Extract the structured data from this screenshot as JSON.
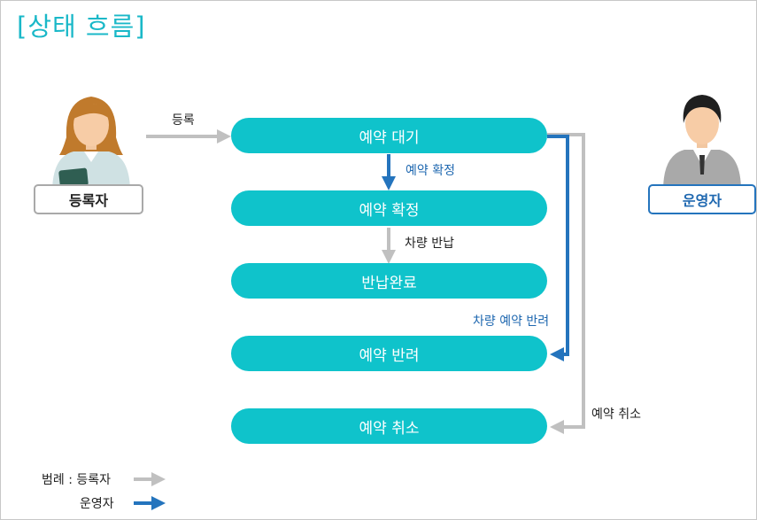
{
  "title": "[상태 흐름]",
  "states": {
    "waiting": "예약 대기",
    "confirmed": "예약 확정",
    "returned": "반납완료",
    "rejected": "예약 반려",
    "cancelled": "예약 취소"
  },
  "actors": {
    "registrant": "등록자",
    "operator": "운영자"
  },
  "transitions": {
    "register": "등록",
    "confirm": "예약 확정",
    "vehicle_return": "차량 반납",
    "reject": "차량 예약 반려",
    "cancel": "예약 취소"
  },
  "legend": {
    "registrant_label": "범례 : 등록자",
    "operator_label": "운영자"
  },
  "colors": {
    "state_fill": "#0fc3cb",
    "title": "#1ab8c8",
    "registrant_arrow": "#c0c0c0",
    "operator_arrow": "#2474bd"
  }
}
